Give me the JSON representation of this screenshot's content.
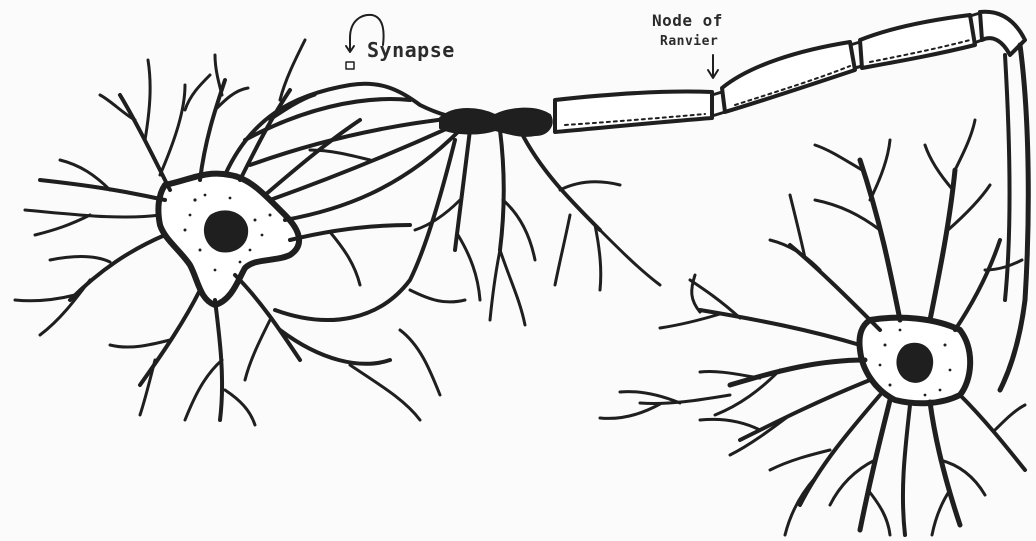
{
  "diagram": {
    "synapse_label": "Synapse",
    "node_label_line1": "Node of",
    "node_label_line2": "Ranvier"
  },
  "colors": {
    "ink": "#1f1f1f",
    "paper": "#fbfbfb"
  }
}
